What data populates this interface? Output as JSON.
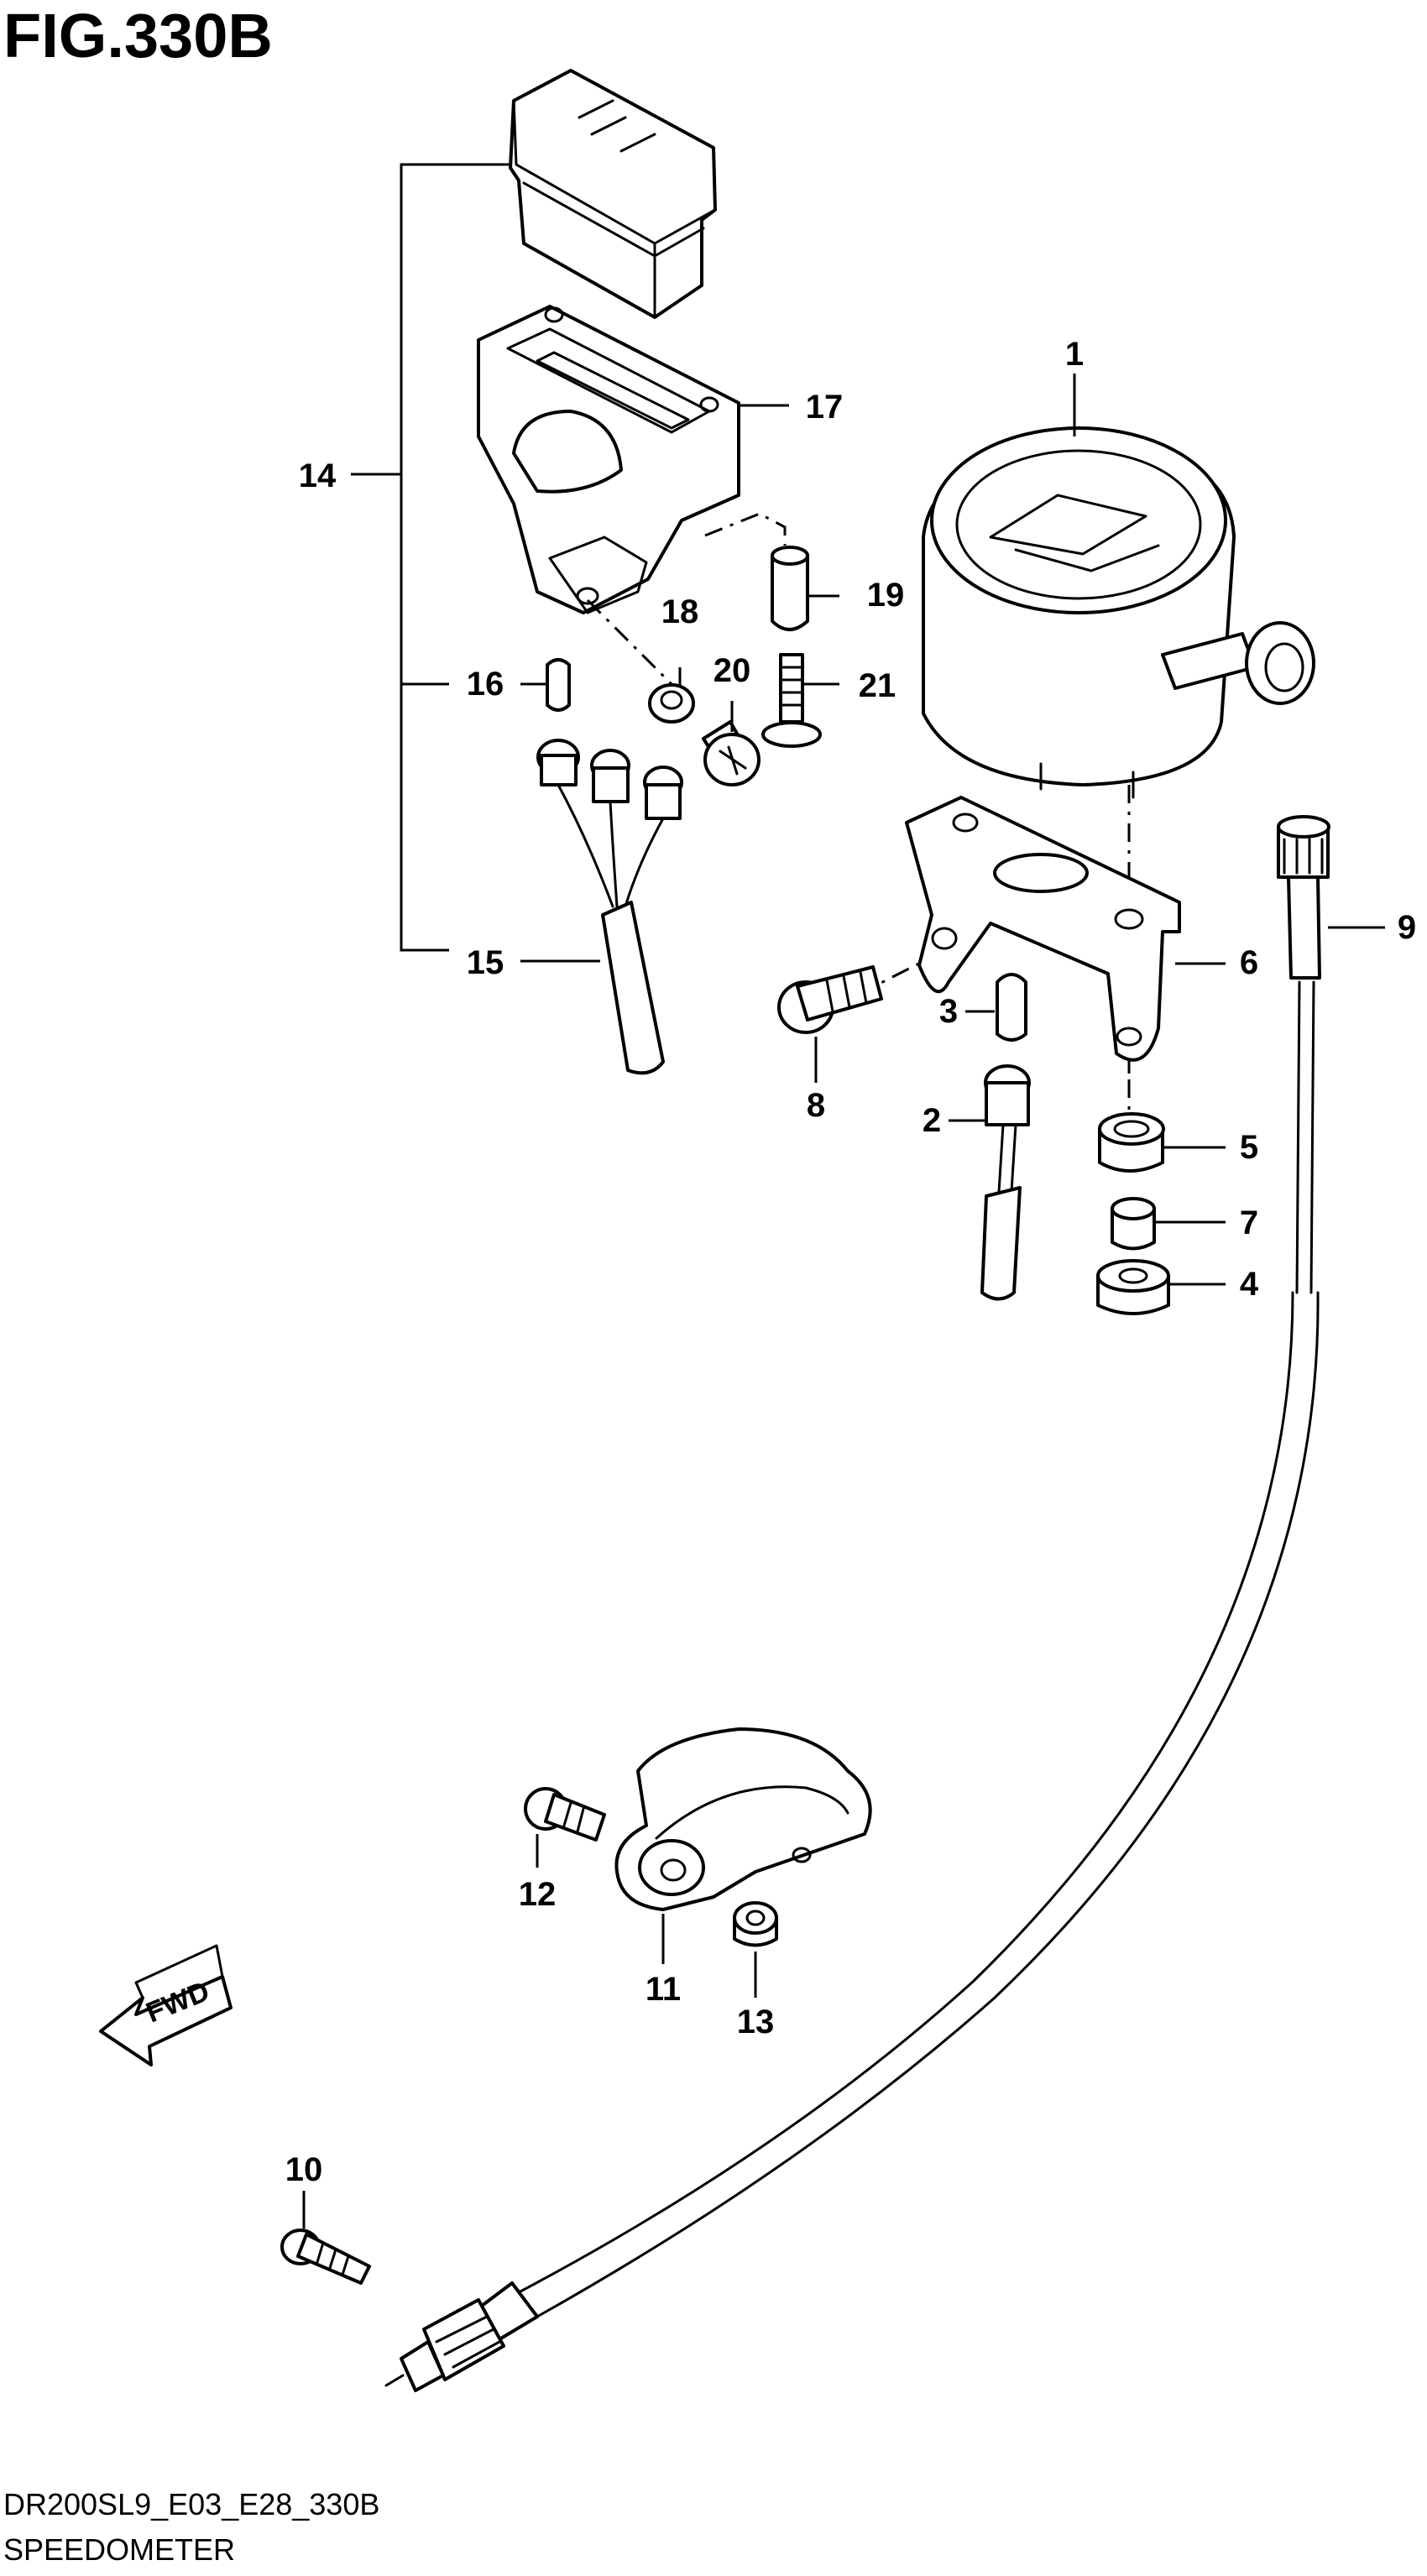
{
  "figure": {
    "title": "FIG.330B",
    "code": "DR200SL9_E03_E28_330B",
    "name": "SPEEDOMETER"
  },
  "direction_badge": "FWD",
  "callouts": [
    "1",
    "2",
    "3",
    "4",
    "5",
    "6",
    "7",
    "8",
    "9",
    "10",
    "11",
    "12",
    "13",
    "14",
    "15",
    "16",
    "17",
    "18",
    "19",
    "20",
    "21"
  ]
}
